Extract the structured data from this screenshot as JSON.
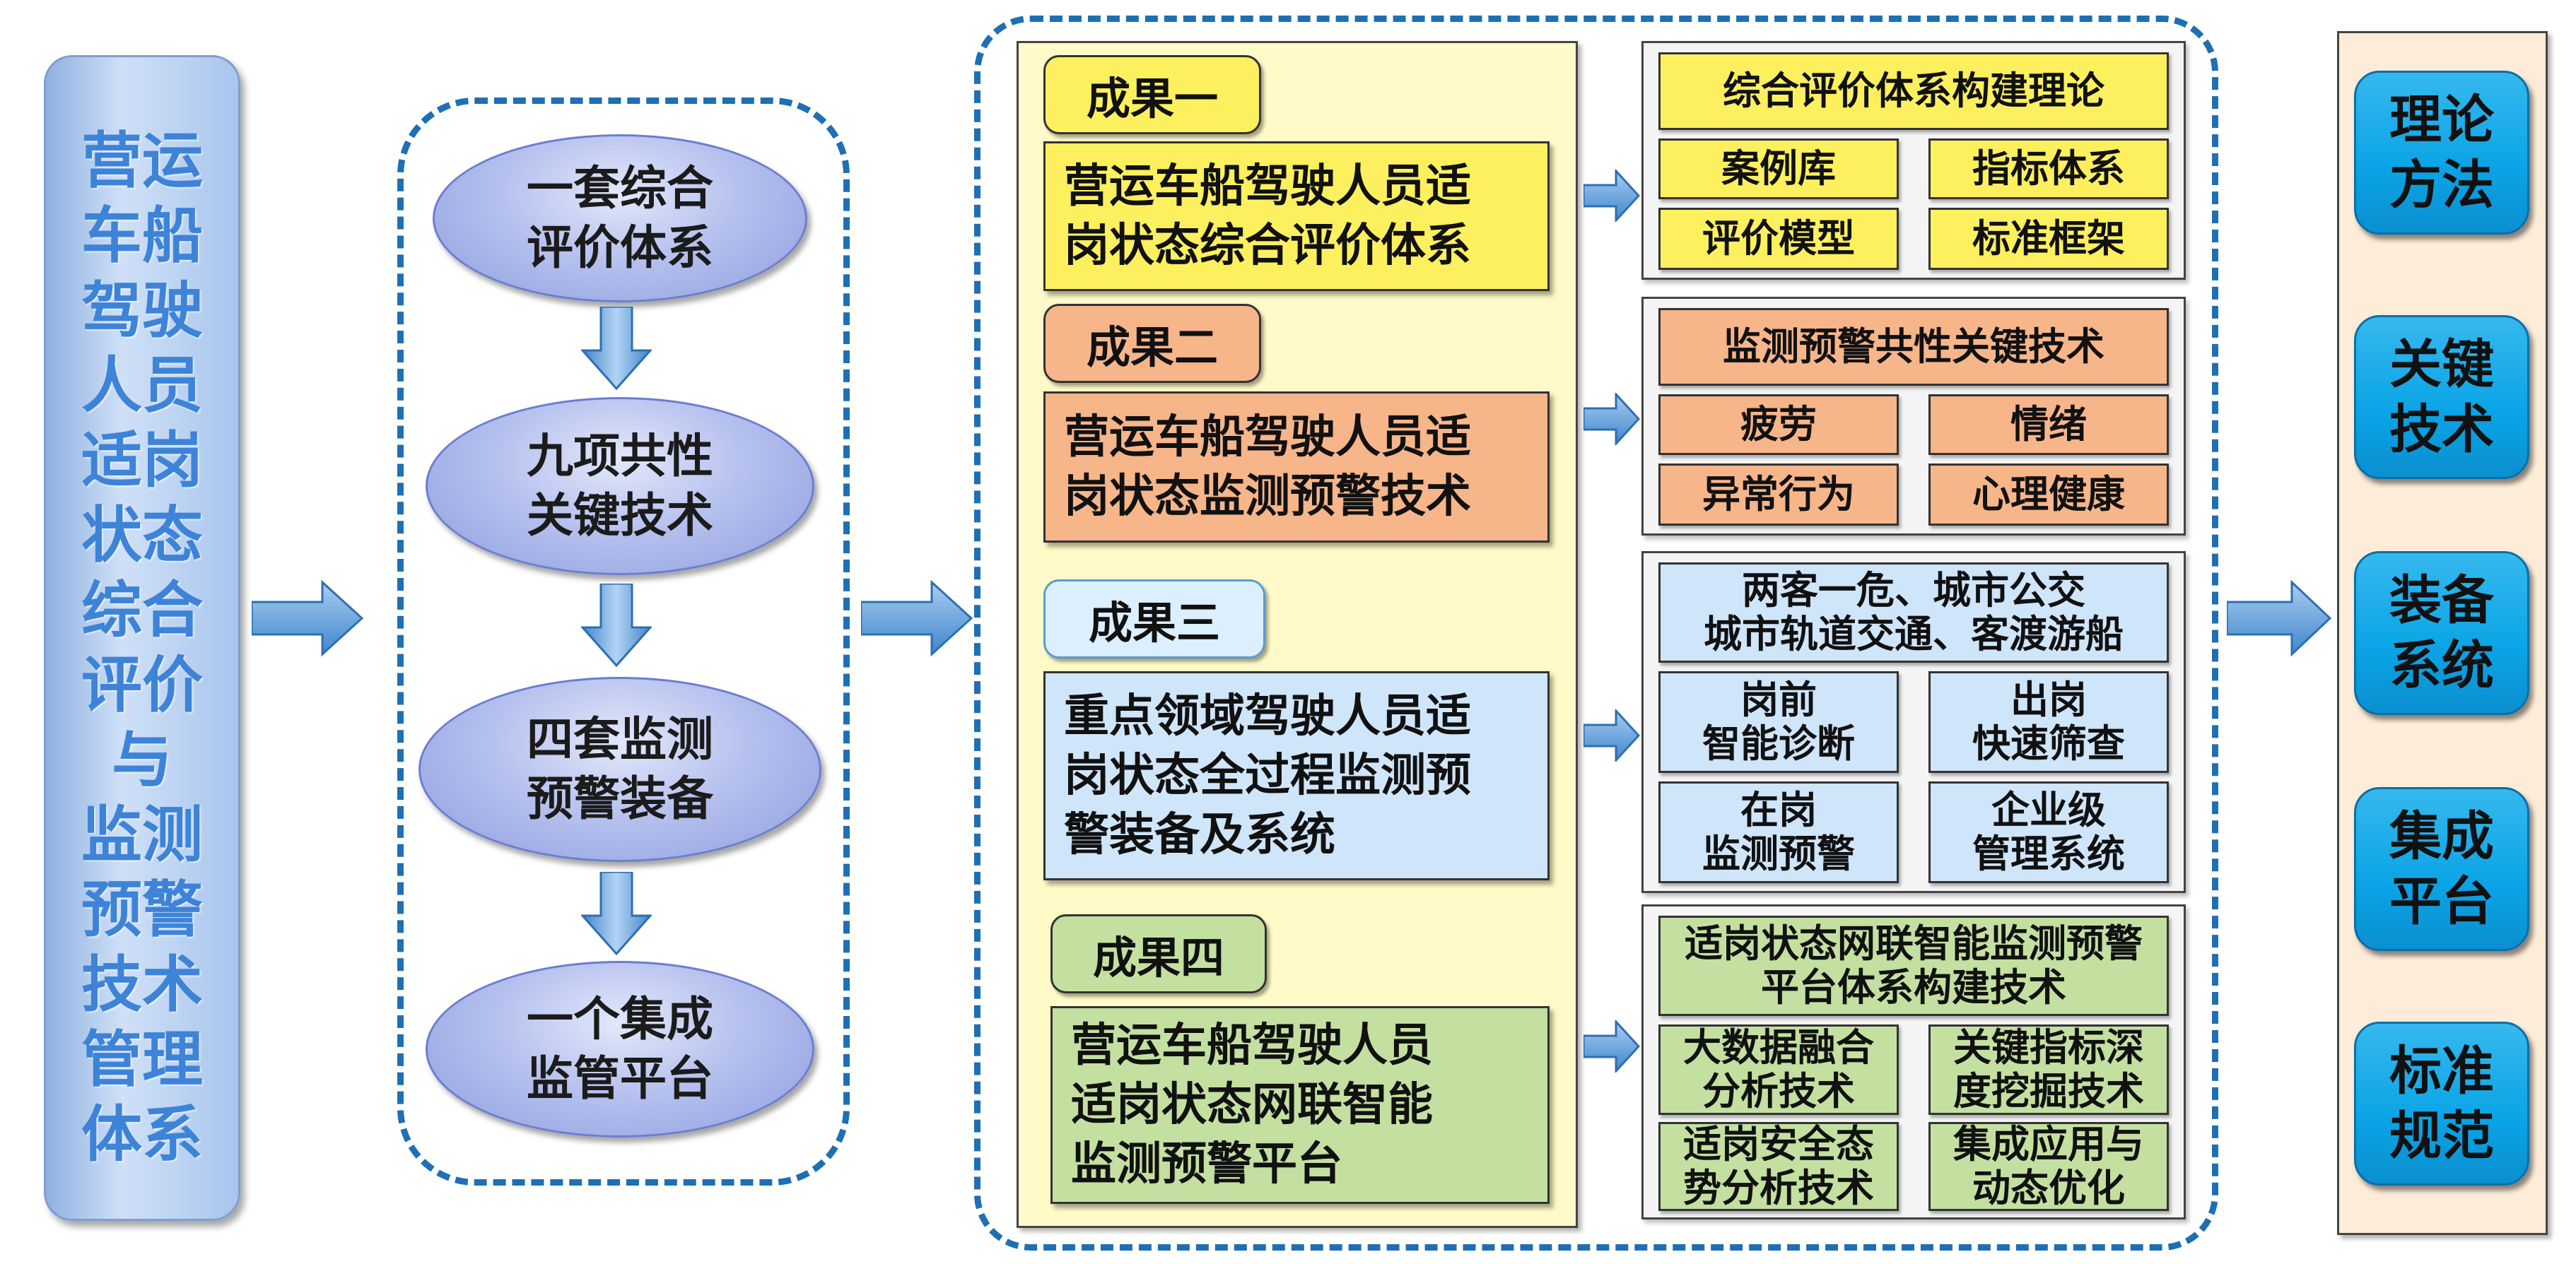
{
  "left_title": "营运\n车船\n驾驶\n人员\n适岗\n状态\n综合\n评价\n与\n监测\n预警\n技术\n管理\n体系",
  "flow": [
    "一套综合\n评价体系",
    "九项共性\n关键技术",
    "四套监测\n预警装备",
    "一个集成\n监管平台"
  ],
  "results": [
    {
      "tag": "成果一",
      "desc": "营运车船驾驶人员适\n岗状态综合评价体系"
    },
    {
      "tag": "成果二",
      "desc": "营运车船驾驶人员适\n岗状态监测预警技术"
    },
    {
      "tag": "成果三",
      "desc": "重点领域驾驶人员适\n岗状态全过程监测预\n警装备及系统"
    },
    {
      "tag": "成果四",
      "desc": "营运车船驾驶人员\n适岗状态网联智能\n监测预警平台"
    }
  ],
  "groups": [
    {
      "header": "综合评价体系构建理论",
      "cells": [
        "案例库",
        "指标体系",
        "评价模型",
        "标准框架"
      ]
    },
    {
      "header": "监测预警共性关键技术",
      "cells": [
        "疲劳",
        "情绪",
        "异常行为",
        "心理健康"
      ]
    },
    {
      "header": "两客一危、城市公交\n城市轨道交通、客渡游船",
      "cells": [
        "岗前\n智能诊断",
        "出岗\n快速筛查",
        "在岗\n监测预警",
        "企业级\n管理系统"
      ]
    },
    {
      "header": "适岗状态网联智能监测预警\n平台体系构建技术",
      "cells": [
        "大数据融合\n分析技术",
        "关键指标深\n度挖掘技术",
        "适岗安全态\n势分析技术",
        "集成应用与\n动态优化"
      ]
    }
  ],
  "outcomes": [
    "理论\n方法",
    "关键\n技术",
    "装备\n系统",
    "集成\n平台",
    "标准\n规范"
  ],
  "colors": {
    "dash_blue": "#1e6fb3",
    "arrow_blue": "#5b9bd5",
    "yellow": "#fdf05e",
    "orange": "#f7b58a",
    "light_blue": "#cfe5fa",
    "green": "#c4e0a1",
    "outcome_blue": "#0aa4e6"
  }
}
